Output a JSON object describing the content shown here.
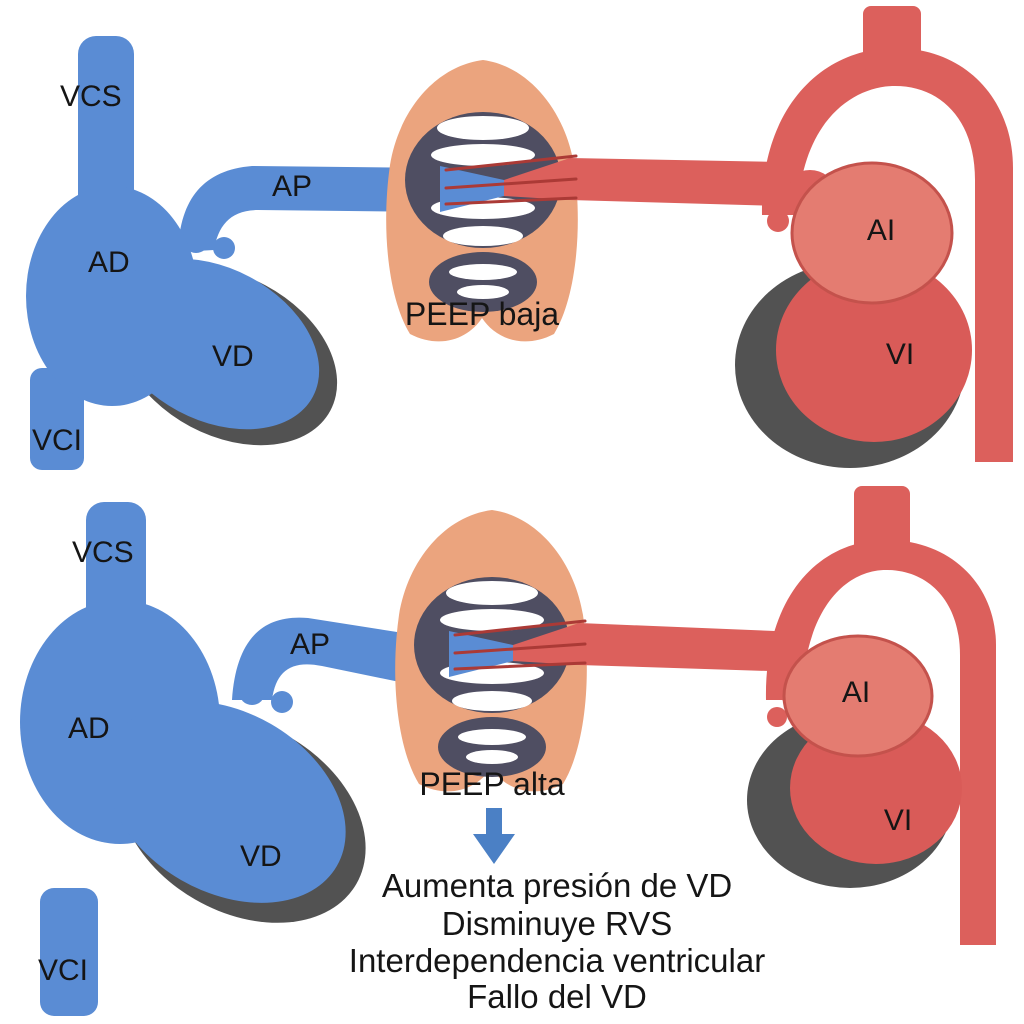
{
  "colors": {
    "right_heart_blue": "#5a8cd4",
    "left_heart_red": "#dc605c",
    "left_ventricle_red": "#d95b58",
    "left_atrium_red_light": "#e47c71",
    "lung_orange": "#eba47e",
    "alveoli_dark": "#4f4e62",
    "shadow_gray": "#525252",
    "vessel_line_red": "#ab3a36",
    "arrow_blue": "#4b80c5",
    "text_black": "#151515"
  },
  "top_panel": {
    "labels": {
      "vcs": "VCS",
      "ad": "AD",
      "ap": "AP",
      "vd": "VD",
      "vci": "VCI",
      "peep": "PEEP baja",
      "ai": "AI",
      "vi": "VI"
    }
  },
  "bottom_panel": {
    "labels": {
      "vcs": "VCS",
      "ad": "AD",
      "ap": "AP",
      "vd": "VD",
      "vci": "VCI",
      "peep": "PEEP alta",
      "ai": "AI",
      "vi": "VI"
    },
    "effects": [
      "Aumenta presión de VD",
      "Disminuye RVS",
      "Interdependencia ventricular",
      "Fallo del VD"
    ]
  }
}
